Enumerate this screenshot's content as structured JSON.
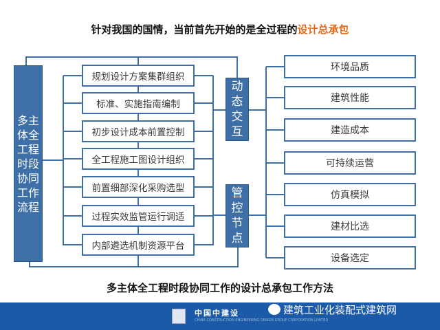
{
  "title": {
    "prefix": "针对我国的国情，当前首先开始的是全过程的",
    "highlight": "设计总承包"
  },
  "left_box": "多主体全工程时段协同工作流程",
  "middle_items": [
    "规划设计方案集群组织",
    "标准、实施指南编制",
    "初步设计成本前置控制",
    "全工程施工图设计组织",
    "前置细部深化采购选型",
    "过程实效监管运行调适",
    "内部遴选机制资源平台"
  ],
  "dynamic_box": "动态交互",
  "control_box": "管控节点",
  "right_items": [
    "环境品质",
    "建筑性能",
    "建造成本",
    "可持续运营",
    "仿真模拟",
    "建材比选",
    "设备选定"
  ],
  "subtitle": "多主体全工程时段协同工作的设计总承包工作方法",
  "footer": {
    "company": "中国中建设",
    "company_en": "CHINA CONSTRUCTION ENGINEERING DESIGN GROUP CORPORATION LIMITED",
    "watermark": "建筑工业化装配式建筑网"
  },
  "colors": {
    "box_blue": "#3e6fa6",
    "footer": "#1a5aa8",
    "highlight": "#e06a1e"
  }
}
